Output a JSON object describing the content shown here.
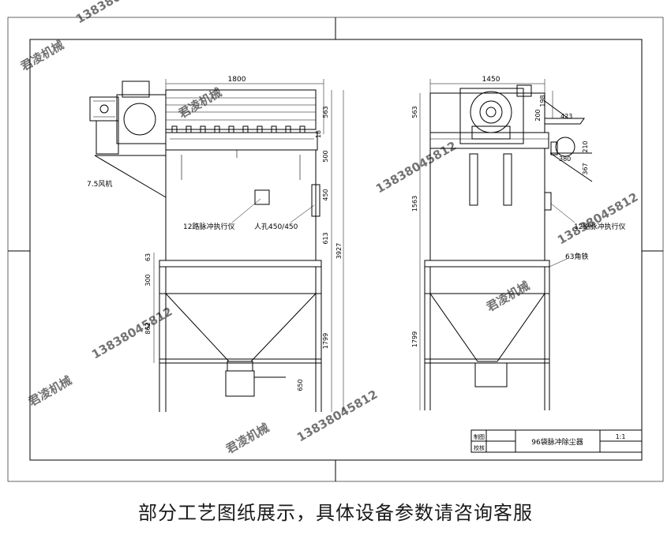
{
  "left_view": {
    "width_dim": "1800",
    "fan_label": "7.5风机",
    "controller_label": "12路脉冲执行仪",
    "manhole_label": "人孔450/450",
    "dims_right": [
      "563",
      "18",
      "500",
      "450",
      "613",
      "3927",
      "1799",
      "650"
    ],
    "dims_left": [
      "63",
      "300",
      "862"
    ]
  },
  "right_view": {
    "width_dim": "1450",
    "dims_top": [
      "198",
      "200",
      "423",
      "210",
      "380",
      "367"
    ],
    "dims_left": [
      "563",
      "1563",
      "1799"
    ],
    "controller_label": "12路脉冲执行仪",
    "angle_label": "63角铁"
  },
  "title_block": {
    "row1": "制图",
    "row2": "校核",
    "name": "96袋脉冲除尘器",
    "scale": "1:1"
  },
  "watermark": {
    "brand": "君凌机械",
    "phone": "13838045812"
  },
  "caption": "部分工艺图纸展示，具体设备参数请咨询客服"
}
